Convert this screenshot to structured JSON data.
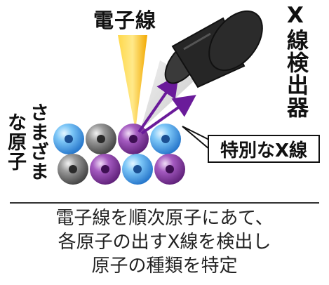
{
  "labels": {
    "electron_beam": "電子線",
    "xray_detector": "X線検出器",
    "various_atoms_col1": "さまざま",
    "various_atoms_col2": "な原子",
    "characteristic_xray": "特別なX線"
  },
  "caption": {
    "line1": "電子線を順次原子にあて、",
    "line2": "各原子の出すX線を検出し",
    "line3": "原子の種類を特定"
  },
  "colors": {
    "beam": "#f7b800",
    "arrow": "#6a1b9a",
    "atom_blue": "#2f8fe0",
    "atom_gray": "#6f6f6f",
    "atom_purple": "#7b2d90",
    "detector": "#262626"
  },
  "atoms": {
    "front_row": [
      "gray",
      "purple",
      "blue",
      "purple"
    ],
    "back_row": [
      "blue",
      "gray",
      "purple",
      "blue"
    ]
  }
}
